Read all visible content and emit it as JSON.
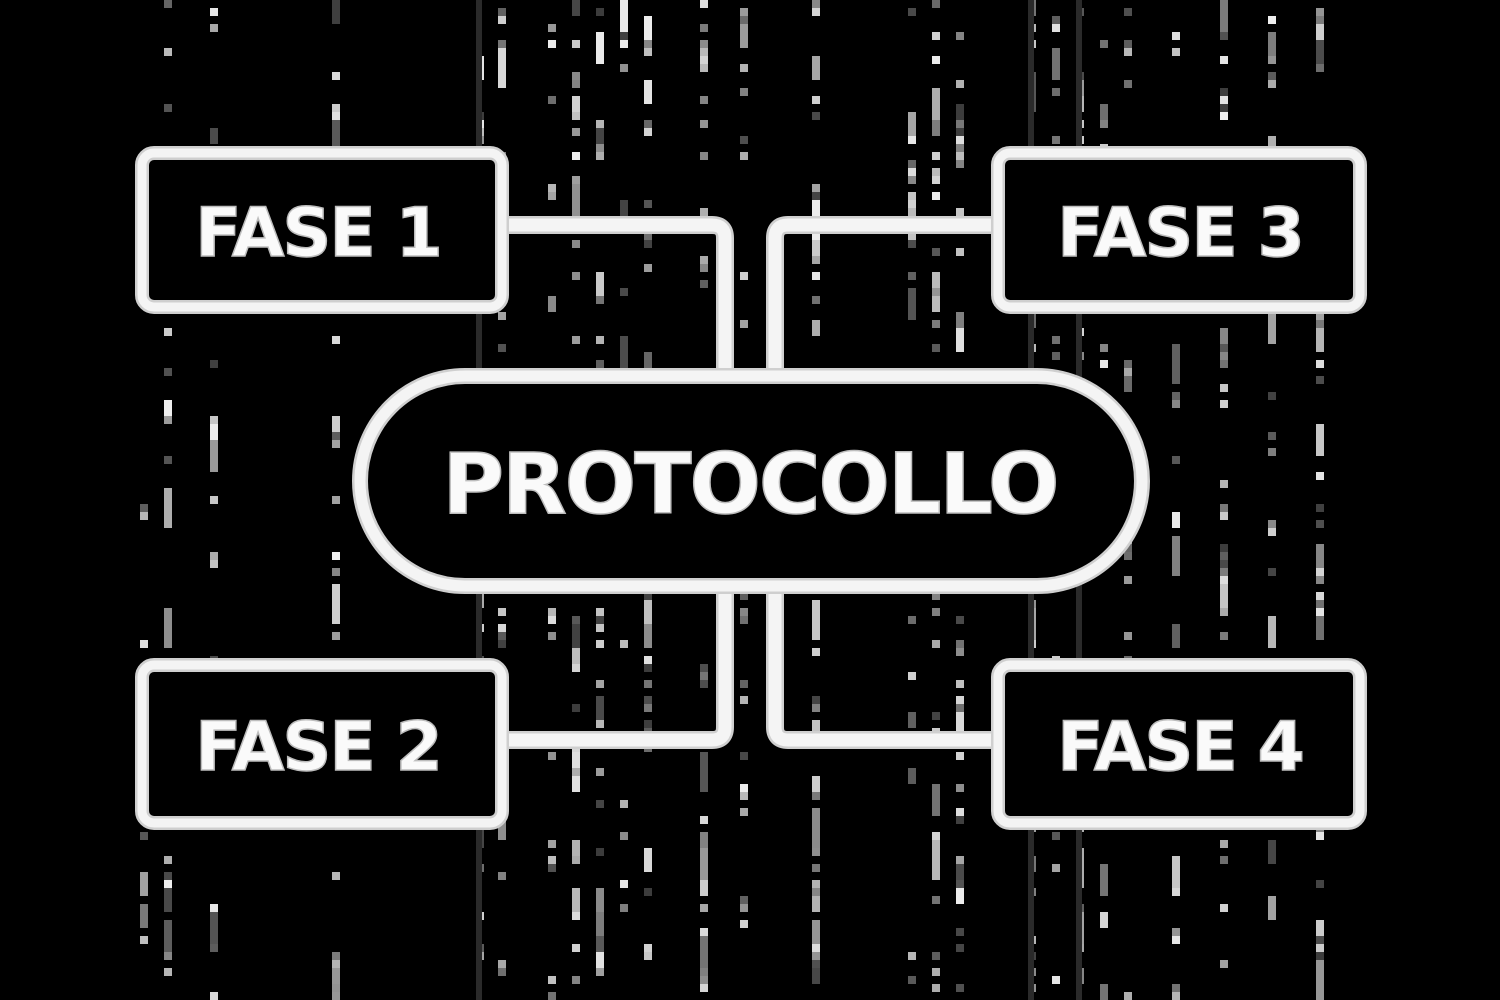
{
  "diagram": {
    "background": "#000000",
    "stroke_color": "#f2f2f2",
    "center": {
      "label": "PROTOCOLLO"
    },
    "phases": [
      {
        "label": "FASE 1",
        "position": "top-left"
      },
      {
        "label": "FASE 2",
        "position": "bottom-left"
      },
      {
        "label": "FASE 3",
        "position": "top-right"
      },
      {
        "label": "FASE 4",
        "position": "bottom-right"
      }
    ]
  }
}
